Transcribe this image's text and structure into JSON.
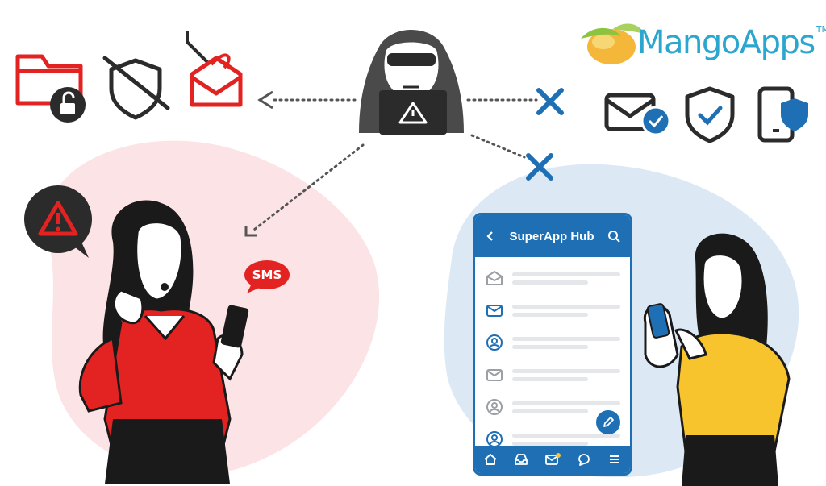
{
  "brand": {
    "name": "MangoApps",
    "trademark": "TM",
    "text_color": "#2ba7cf"
  },
  "sms_bubble": {
    "label": "SMS",
    "color": "#e32322"
  },
  "phone": {
    "title": "SuperApp Hub",
    "accent": "#1f6fb5",
    "list_icons": [
      "open-envelope-icon",
      "envelope-icon",
      "user-circle-icon",
      "envelope-icon",
      "user-circle-icon",
      "user-circle-icon"
    ],
    "nav_icons": [
      "home-icon",
      "inbox-icon",
      "mail-icon",
      "chat-icon",
      "menu-icon"
    ]
  },
  "threat_icons": [
    "unlocked-folder-icon",
    "disabled-shield-icon",
    "phishing-email-icon"
  ],
  "protection_icons": [
    "verified-email-icon",
    "shield-check-icon",
    "secure-phone-icon"
  ],
  "colors": {
    "danger": "#e32322",
    "safe": "#1f6fb5",
    "dark": "#2b2b2b"
  }
}
